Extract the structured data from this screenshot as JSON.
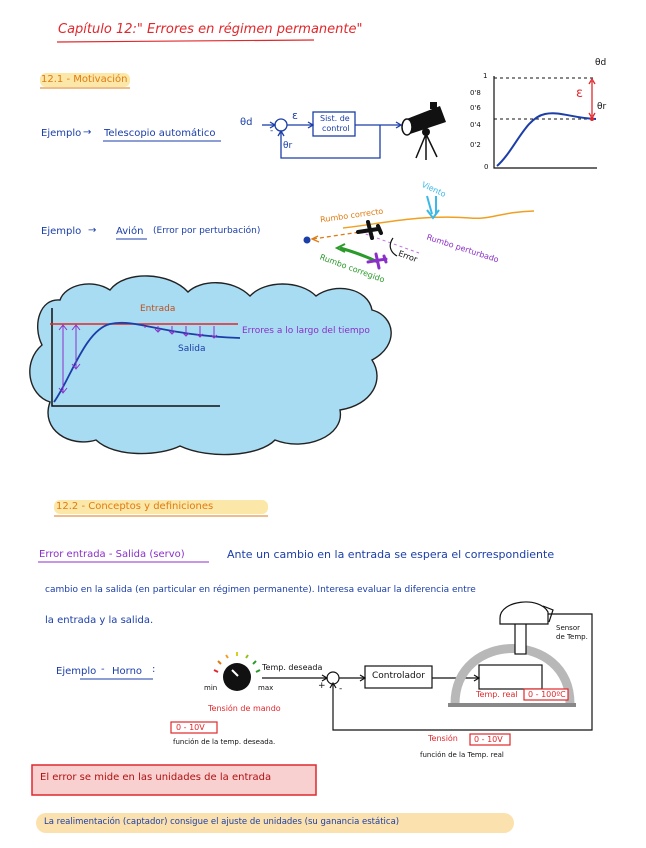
{
  "title": "Capítulo 12:\" Errores en régimen permanente\"",
  "sec1": {
    "heading": "12.1 - Motivación"
  },
  "ex1": {
    "label": "Ejemplo",
    "name": "Telescopio automático",
    "theta_d": "θd",
    "epsilon": "ε",
    "block_line1": "Sist. de",
    "block_line2": "control",
    "theta_r": "θr",
    "minus": "-"
  },
  "graph1": {
    "y_ticks": [
      "1",
      "0'8",
      "0'6",
      "0'4",
      "0'2",
      "0"
    ],
    "theta_d": "θd",
    "theta_r": "θr",
    "epsilon": "ε"
  },
  "ex2": {
    "label": "Ejemplo",
    "name": "Avión",
    "rest": "(Error por perturbación)",
    "viento": "Viento",
    "rumbo_correcto": "Rumbo correcto",
    "rumbo_perturbado": "Rumbo perturbado",
    "error": "Error",
    "rumbo_corregido": "Rumbo corregido"
  },
  "cloud": {
    "entrada": "Entrada",
    "salida": "Salida",
    "errores": "Errores a lo largo del tiempo"
  },
  "sec2": {
    "heading": "12.2 - Conceptos y definiciones"
  },
  "error_def": {
    "label": "Error entrada - Salida (servo)",
    "line1": "Ante un cambio en la entrada se espera el correspondiente",
    "line2": "cambio en la salida (en particular en régimen permanente). Interesa evaluar la diferencia entre",
    "line3": "la entrada y la salida."
  },
  "ex3": {
    "label": "Ejemplo",
    "name": "Horno",
    "temp_deseada": "Temp. deseada",
    "min": "min",
    "max": "max",
    "tension_mando": "Tensión de mando",
    "range_v": "0 - 10V",
    "funcion_deseada": "función de la temp. deseada.",
    "controlador": "Controlador",
    "sensor": "Sensor de Temp.",
    "temp_real": "Temp. real",
    "range_c": "0 - 100ºC",
    "tension": "Tensión",
    "range_v2": "0 - 10V",
    "funcion_real": "función de la Temp. real",
    "plus": "+",
    "minus": "-"
  },
  "note1": "El error se mide en las unidades de la entrada",
  "note2": "La realimentación (captador) consigue el ajuste de unidades (su ganancia estática)"
}
